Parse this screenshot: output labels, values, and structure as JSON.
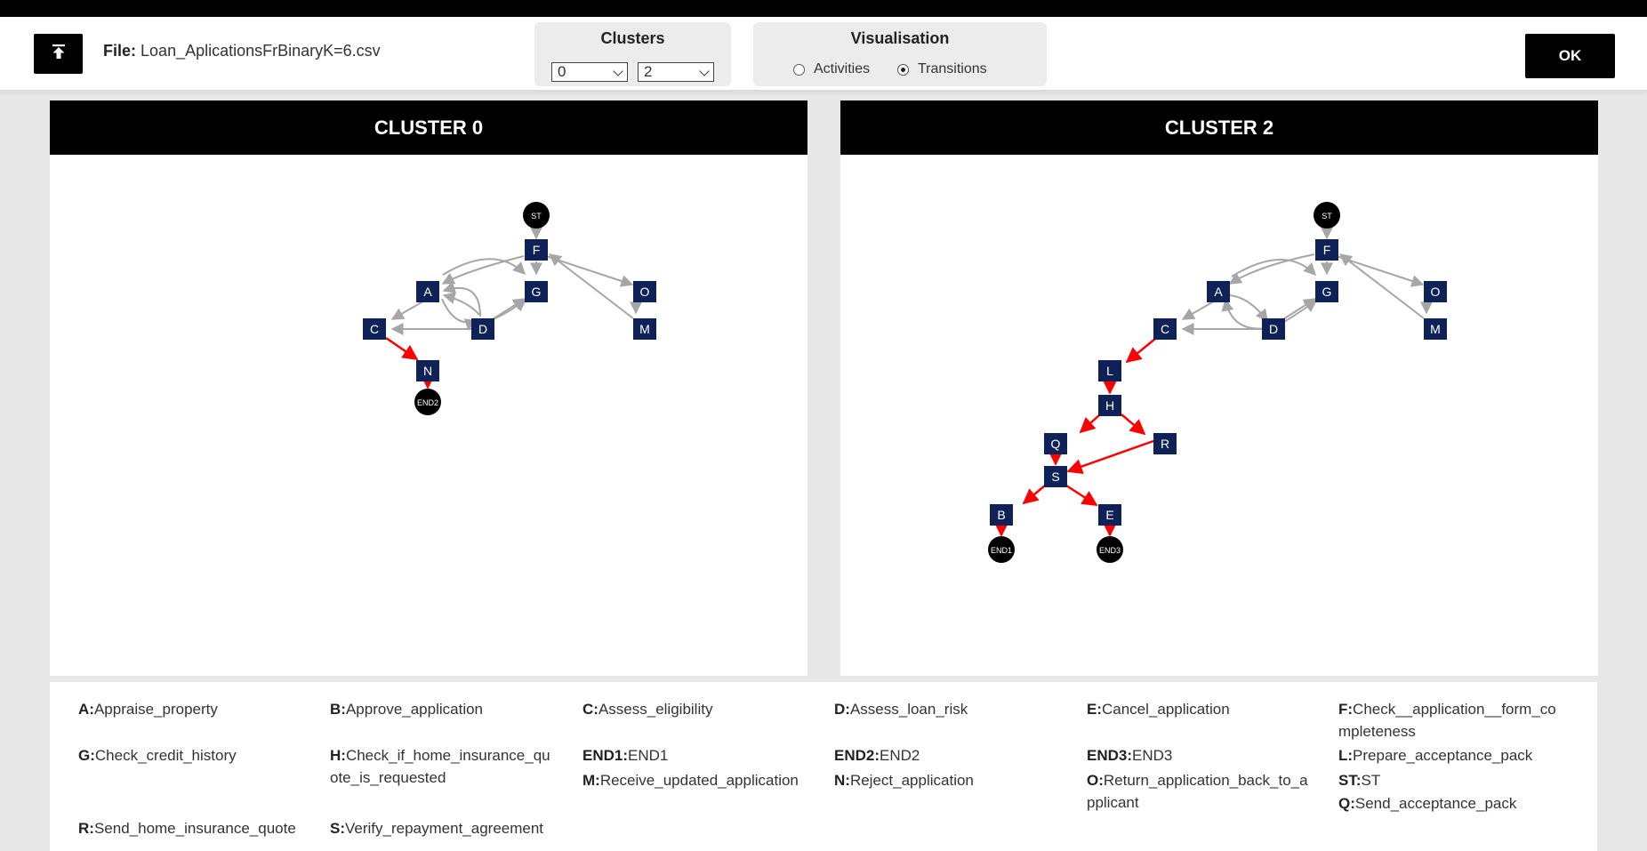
{
  "file": {
    "label": "File:",
    "name": "Loan_AplicationsFrBinaryK=6.csv"
  },
  "clusters_panel": {
    "title": "Clusters",
    "left_value": "0",
    "right_value": "2"
  },
  "visualisation": {
    "title": "Visualisation",
    "options": [
      "Activities",
      "Transitions"
    ],
    "selected": "Transitions"
  },
  "ok_label": "OK",
  "cluster_left": {
    "title": "CLUSTER 0",
    "nodes": [
      "ST",
      "F",
      "A",
      "G",
      "O",
      "C",
      "D",
      "M",
      "N",
      "END2"
    ]
  },
  "cluster_right": {
    "title": "CLUSTER 2",
    "nodes": [
      "ST",
      "F",
      "A",
      "G",
      "O",
      "C",
      "D",
      "M",
      "L",
      "H",
      "Q",
      "R",
      "S",
      "B",
      "E",
      "END1",
      "END3"
    ]
  },
  "legend": [
    {
      "key": "A:",
      "value": "Appraise_property"
    },
    {
      "key": "B:",
      "value": "Approve_application"
    },
    {
      "key": "C:",
      "value": "Assess_eligibility"
    },
    {
      "key": "D:",
      "value": "Assess_loan_risk"
    },
    {
      "key": "E:",
      "value": "Cancel_application"
    },
    {
      "key": "F:",
      "value": "Check__application__form_completeness"
    },
    {
      "key": "G:",
      "value": "Check_credit_history"
    },
    {
      "key": "H:",
      "value": "Check_if_home_insurance_quote_is_requested"
    },
    {
      "key": "END1:",
      "value": "END1"
    },
    {
      "key": "END2:",
      "value": "END2"
    },
    {
      "key": "END3:",
      "value": "END3"
    },
    {
      "key": "L:",
      "value": "Prepare_acceptance_pack"
    },
    {
      "key": "M:",
      "value": "Receive_updated_application"
    },
    {
      "key": "N:",
      "value": "Reject_application"
    },
    {
      "key": "O:",
      "value": "Return_application_back_to_applicant"
    },
    {
      "key": "ST:",
      "value": "ST"
    },
    {
      "key": "Q:",
      "value": "Send_acceptance_pack"
    },
    {
      "key": "R:",
      "value": "Send_home_insurance_quote"
    },
    {
      "key": "S:",
      "value": "Verify_repayment_agreement"
    }
  ],
  "colors": {
    "node": "#0f2257",
    "end_node": "#000000",
    "edge": "#a6a6a6",
    "highlight_edge": "#ff0000"
  },
  "icons": {
    "upload": "upload-icon",
    "select": "chevron-down-icon"
  }
}
